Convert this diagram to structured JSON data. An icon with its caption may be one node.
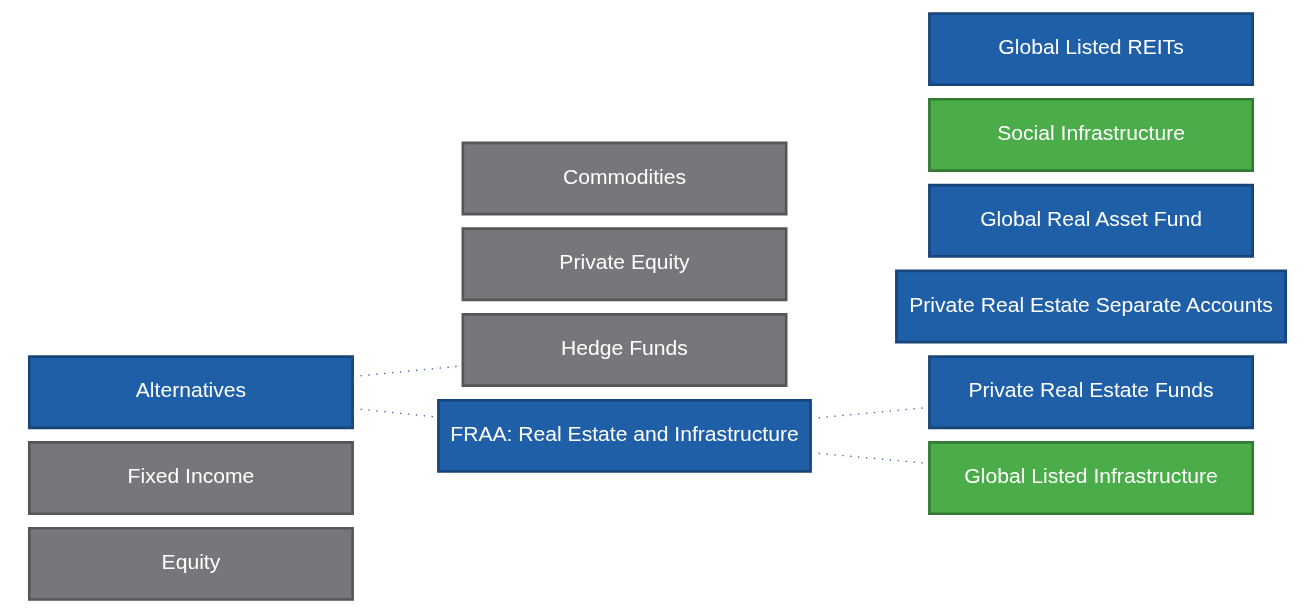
{
  "diagram": {
    "nodes": [
      {
        "text": [
          "Equity"
        ]
      },
      {
        "text": [
          "Fixed Income"
        ]
      },
      {
        "text": [
          "Alternatives"
        ]
      },
      {
        "text": [
          "Hedge Funds"
        ]
      },
      {
        "text": [
          "Private Equity"
        ]
      },
      {
        "text": [
          "Commodities"
        ]
      },
      {
        "text": [
          "FRAA: Real Estate and Infrastructure"
        ]
      },
      {
        "text": [
          "Private Real Estate Funds"
        ]
      },
      {
        "text": [
          "Private Real Estate Separate Accounts"
        ]
      },
      {
        "text": [
          "Global Real Asset Fund"
        ]
      },
      {
        "text": [
          "Social Infrastructure"
        ]
      },
      {
        "text": [
          "Global Listed REITs"
        ]
      },
      {
        "text": [
          "Global Listed Infrastructure"
        ]
      }
    ],
    "edges": [
      {
        "from": 2,
        "to": 3,
        "arrow": "none",
        "style": "dashed",
        "color": "#2e5fa0"
      },
      {
        "from": 2,
        "to": 6,
        "arrow": "none",
        "style": "dashed",
        "color": "#2e5fa0"
      },
      {
        "from": 6,
        "to": 7,
        "arrow": "none",
        "style": "dashed",
        "color": "#2e5fa0"
      },
      {
        "from": 6,
        "to": 12,
        "arrow": "none",
        "style": "dashed",
        "color": "#2e5fa0"
      }
    ]
  }
}
